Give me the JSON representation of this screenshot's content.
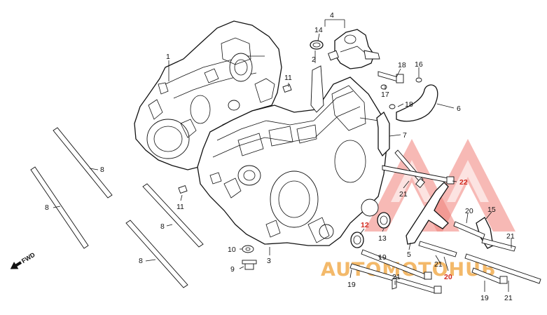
{
  "callouts": [
    {
      "id": "c1",
      "text": "1"
    },
    {
      "id": "c2",
      "text": "2"
    },
    {
      "id": "c3",
      "text": "3"
    },
    {
      "id": "c4",
      "text": "4"
    },
    {
      "id": "c5",
      "text": "5"
    },
    {
      "id": "c6",
      "text": "6"
    },
    {
      "id": "c7",
      "text": "7"
    },
    {
      "id": "c8a",
      "text": "8"
    },
    {
      "id": "c8b",
      "text": "8"
    },
    {
      "id": "c8c",
      "text": "8"
    },
    {
      "id": "c8d",
      "text": "8"
    },
    {
      "id": "c9",
      "text": "9"
    },
    {
      "id": "c10",
      "text": "10"
    },
    {
      "id": "c11a",
      "text": "11"
    },
    {
      "id": "c11b",
      "text": "11"
    },
    {
      "id": "c12",
      "text": "12"
    },
    {
      "id": "c13",
      "text": "13"
    },
    {
      "id": "c14",
      "text": "14"
    },
    {
      "id": "c15",
      "text": "15"
    },
    {
      "id": "c16",
      "text": "16"
    },
    {
      "id": "c17",
      "text": "17"
    },
    {
      "id": "c18a",
      "text": "18"
    },
    {
      "id": "c18b",
      "text": "18"
    },
    {
      "id": "c19a",
      "text": "19"
    },
    {
      "id": "c19b",
      "text": "19"
    },
    {
      "id": "c19c",
      "text": "19"
    },
    {
      "id": "c20a",
      "text": "20"
    },
    {
      "id": "c20b",
      "text": "20"
    },
    {
      "id": "c21a",
      "text": "21"
    },
    {
      "id": "c21b",
      "text": "21"
    },
    {
      "id": "c21c",
      "text": "21"
    },
    {
      "id": "c21d",
      "text": "21"
    },
    {
      "id": "c21e",
      "text": "21"
    },
    {
      "id": "c22",
      "text": "22"
    }
  ],
  "fwd_label": "FWD",
  "watermark": {
    "text": "AUTOMOTOHUB",
    "color_red": "#e8322b",
    "color_orange": "#f0a030",
    "color_grey": "#9a9a9a"
  }
}
